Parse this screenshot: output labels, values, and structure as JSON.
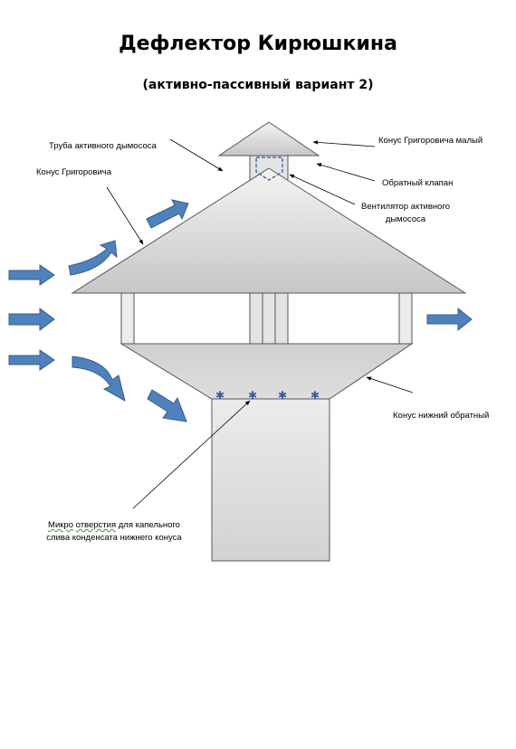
{
  "title": "Дефлектор Кирюшкина",
  "subtitle": "(активно-пассивный вариант 2)",
  "labels": {
    "active_pipe": "Труба активного дымососа",
    "small_cone": "Конус Григоровича малый",
    "cone": "Конус Григоровича",
    "check_valve": "Обратный клапан",
    "fan_line1": "Вентилятор активного",
    "fan_line2": "дымососа",
    "lower_cone": "Конус нижний обратный",
    "micro_word1": "Микро",
    "micro_word2": "отверстия",
    "micro_rest": " для капельного",
    "micro_line2": "слива конденсата нижнего конуса"
  },
  "colors": {
    "body_fill": "#d4d4d4",
    "arrow_fill": "#4f81bd",
    "arrow_stroke": "#385d8a",
    "valve_dash": "#4f6fa8",
    "hole_color": "#3a5a9a"
  }
}
